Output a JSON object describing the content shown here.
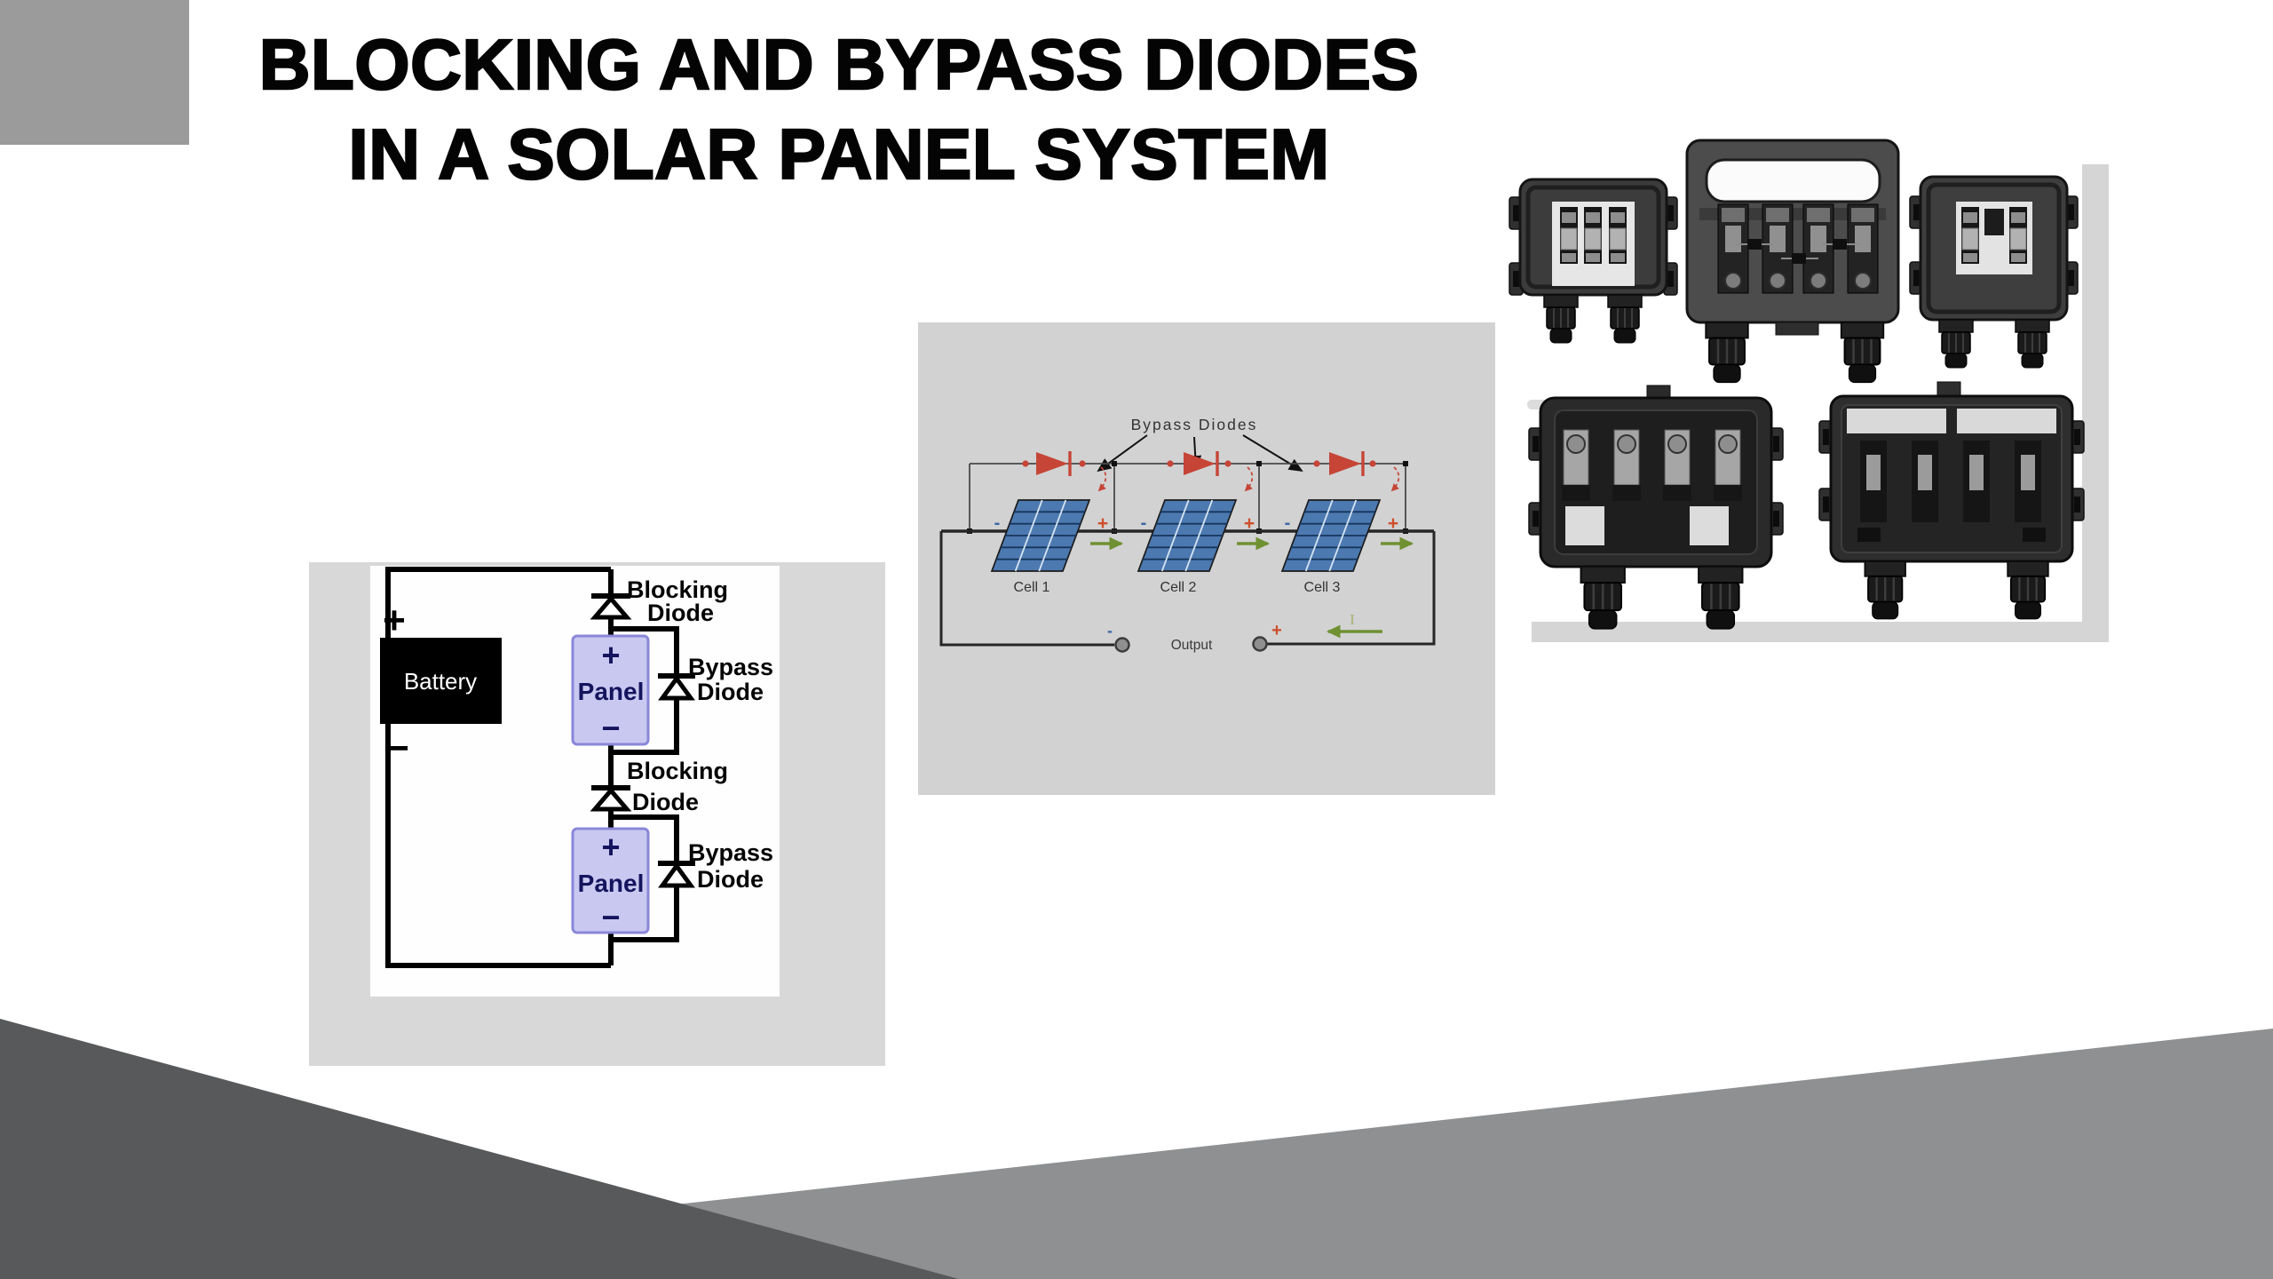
{
  "title": {
    "line1": "BLOCKING AND BYPASS DIODES",
    "line2": "IN A SOLAR PANEL SYSTEM"
  },
  "left_diagram": {
    "battery_label": "Battery",
    "battery_plus_sign": "+",
    "battery_minus_sign": "−",
    "panel_label": "Panel",
    "panel_plus_sign": "+",
    "panel_minus_sign": "−",
    "blocking_diode_label": {
      "line1": "Blocking",
      "line2": "Diode"
    },
    "bypass_diode_label": {
      "line1": "Bypass",
      "line2": "Diode"
    }
  },
  "middle_diagram": {
    "heading": "Bypass Diodes",
    "cells": [
      {
        "label": "Cell 1"
      },
      {
        "label": "Cell 2"
      },
      {
        "label": "Cell 3"
      }
    ],
    "cell_minus_sign": "-",
    "cell_plus_sign": "+",
    "output_label": "Output",
    "output_minus_sign": "-",
    "output_plus_sign": "+",
    "current_symbol": "I"
  },
  "colors": {
    "corner_accent_gray": "#9b9b9b",
    "dark_bottom_triangle": "#58595a",
    "light_bottom_triangle": "#8e9091",
    "left_panel_background": "#d8d8d8",
    "middle_panel_background": "#d2d2d2",
    "diode_red": "#c64537",
    "current_arrow_green": "#6f9132",
    "solar_cell_blue": "#4c79b0",
    "panel_box_lavender": "#c9c8f0",
    "plus_orange": "#cd4f2b",
    "minus_blue": "#3c66a4"
  }
}
